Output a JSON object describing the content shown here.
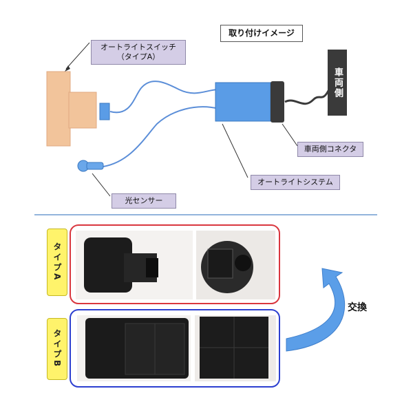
{
  "top": {
    "title": "取り付けイメージ",
    "vehicle_side": "車両側",
    "labels": {
      "switch_line1": "オートライトスイッチ",
      "switch_line2": "（タイプA）",
      "connector": "車両側コネクタ",
      "system": "オートライトシステム",
      "sensor": "光センサー"
    }
  },
  "bottom": {
    "type_a": "タイプA",
    "type_b": "タイプB",
    "exchange": "交換"
  },
  "colors": {
    "switch_body": "#f2c49b",
    "system_box": "#5a9ce6",
    "cable": "#5b8ed8",
    "divider": "#6f9bd1",
    "type_a_frame": "#d9363e",
    "type_b_frame": "#2c3fd0",
    "arrow": "#5b9ee8",
    "tag_yellow": "#fff36b"
  }
}
